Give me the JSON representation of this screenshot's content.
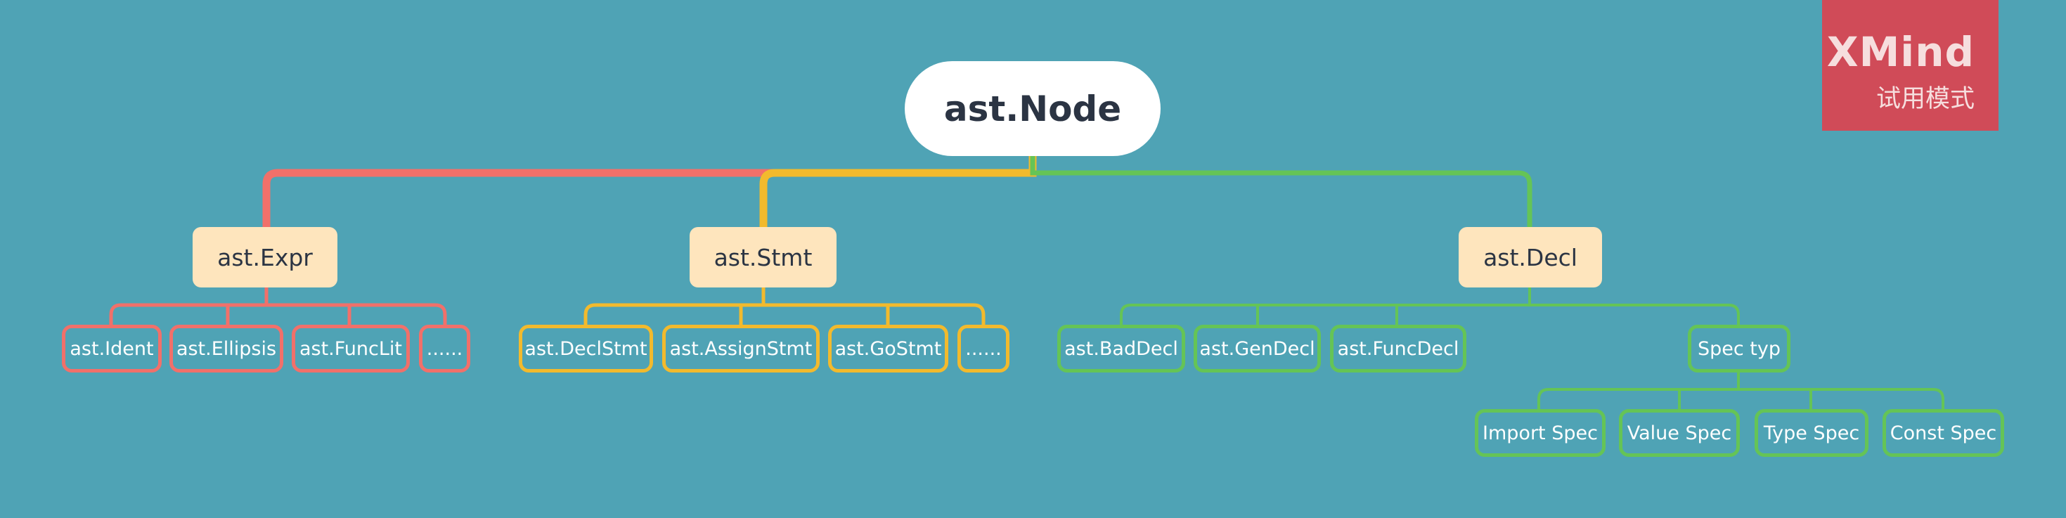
{
  "watermark": {
    "brand": "XMind",
    "mode": "试用模式"
  },
  "colors": {
    "background": "#4fa3b5",
    "expr": "#f1706a",
    "stmt": "#f2ba2d",
    "decl": "#65c456",
    "branch_fill": "#fee5bd",
    "root_fill": "#ffffff",
    "watermark": "#d04b58"
  },
  "root": {
    "label": "ast.Node"
  },
  "branches": [
    {
      "id": "expr",
      "label": "ast.Expr",
      "children": [
        "ast.Ident",
        "ast.Ellipsis",
        "ast.FuncLit",
        "......"
      ]
    },
    {
      "id": "stmt",
      "label": "ast.Stmt",
      "children": [
        "ast.DeclStmt",
        "ast.AssignStmt",
        "ast.GoStmt",
        "......"
      ]
    },
    {
      "id": "decl",
      "label": "ast.Decl",
      "children": [
        "ast.BadDecl",
        "ast.GenDecl",
        "ast.FuncDecl",
        "Spec typ"
      ]
    }
  ],
  "spec_children": [
    "Import Spec",
    "Value Spec",
    "Type Spec",
    "Const Spec"
  ]
}
